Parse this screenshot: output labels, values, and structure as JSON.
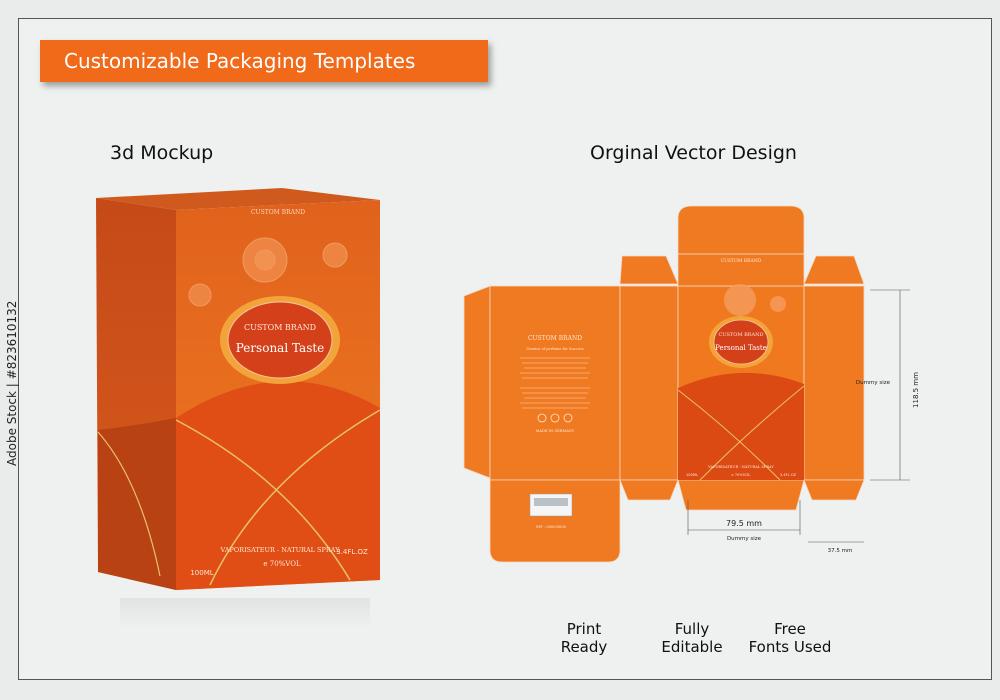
{
  "banner": {
    "title": "Customizable Packaging Templates"
  },
  "headings": {
    "mockup": "3d Mockup",
    "vector": "Orginal Vector Design"
  },
  "side_id": "Adobe Stock | #823610132",
  "box": {
    "brand": "CUSTOM BRAND",
    "badge_brand": "CUSTOM BRAND",
    "badge_name": "Personal Taste",
    "spray": "VAPORISATEUR - NATURAL SPRAY",
    "volume_ml": "100ML",
    "volume_oz": "3.4FL.OZ",
    "vol": "e 70%VOL"
  },
  "dieline": {
    "back_brand": "CUSTOM BRAND",
    "back_line1": "Creator of perfume for Success",
    "back_line2": "MADE IN GERMANY",
    "top_brand": "CUSTOM BRAND",
    "badge_brand": "CUSTOM BRAND",
    "badge_name": "Personal Taste",
    "spray": "VAPORISATEUR - NATURAL SPRAY",
    "ml": "100ML",
    "oz": "3.4FL.OZ",
    "vol": "e 70%VOL",
    "ref": "REF : 0000/0000",
    "dim_height": "118.5 mm",
    "dim_height_label": "Dummy size",
    "dim_width": "79.5 mm",
    "dim_width_label": "Dummy size",
    "dim_depth": "37.5 mm"
  },
  "features": [
    {
      "line1": "Print",
      "line2": "Ready"
    },
    {
      "line1": "Fully",
      "line2": "Editable"
    },
    {
      "line1": "Free",
      "line2": "Fonts Used"
    }
  ],
  "colors": {
    "orange": "#f06a1a",
    "box_dark": "#c9461a",
    "gold": "#e8c26a"
  }
}
